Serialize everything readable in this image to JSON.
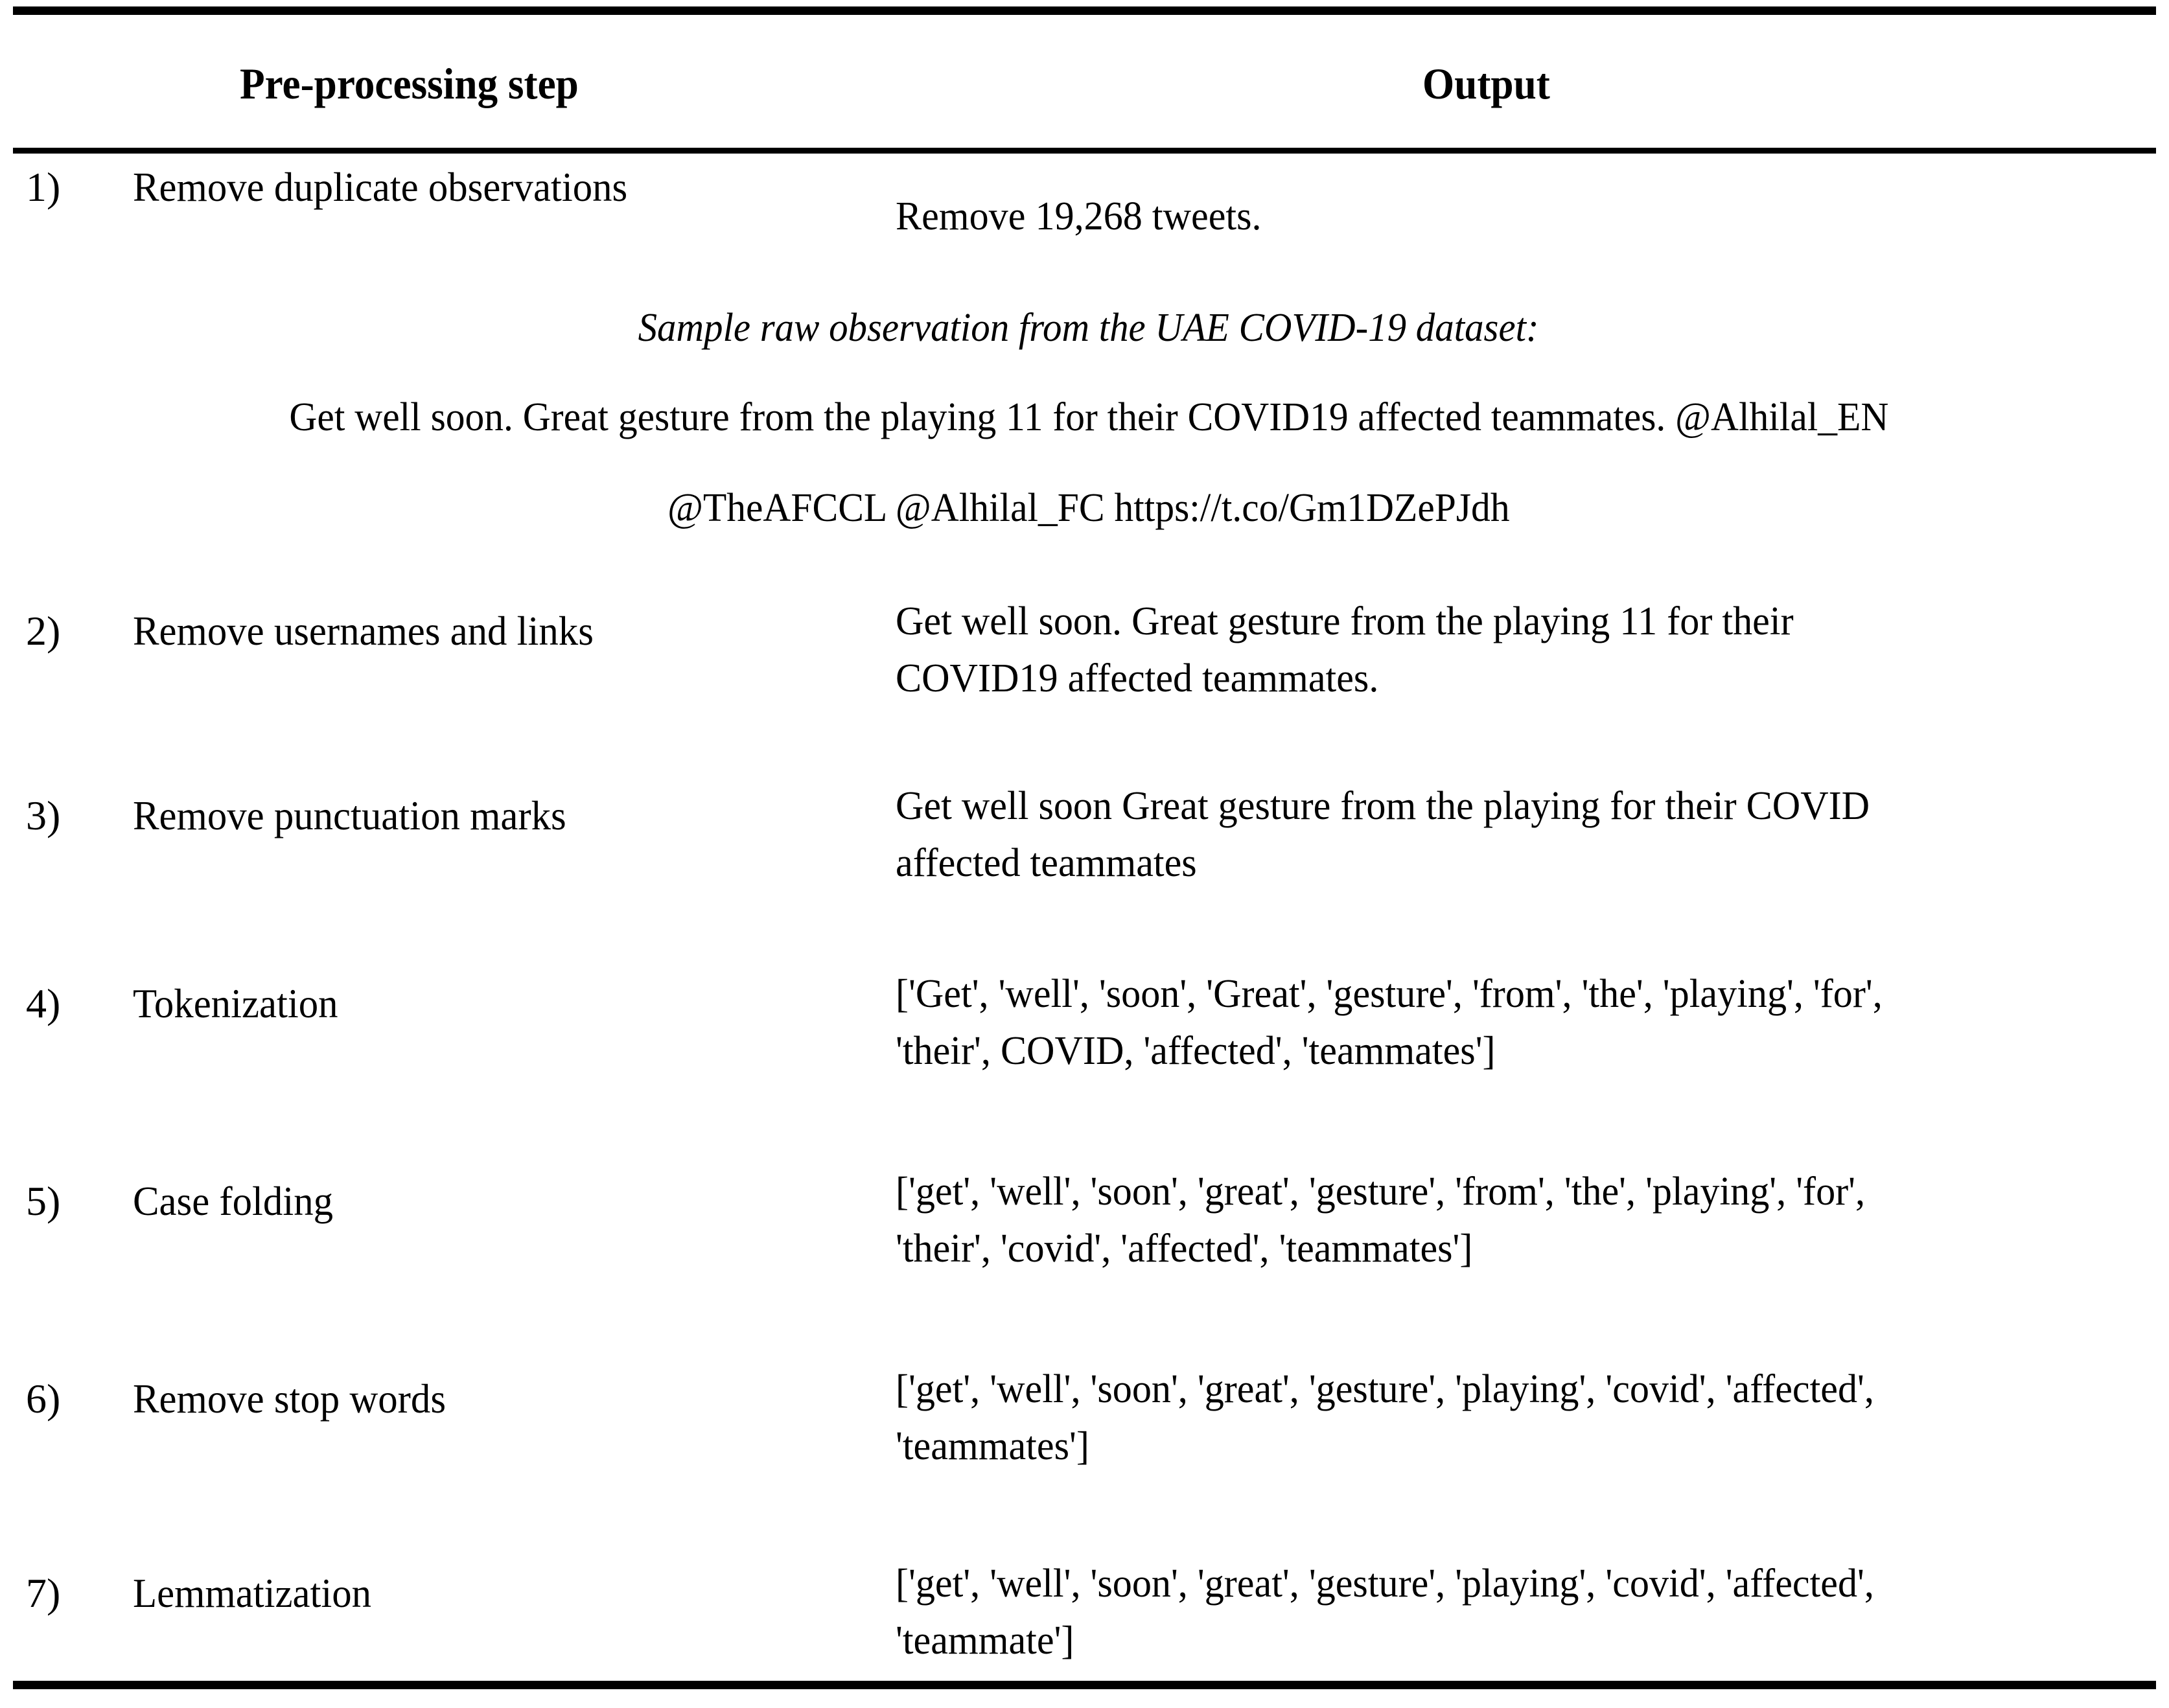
{
  "table": {
    "columns": [
      "Pre-processing step",
      "Output"
    ],
    "rows": [
      {
        "number": "1)",
        "step": "Remove duplicate observations",
        "output_lines": [
          "Remove 19,268 tweets."
        ]
      },
      {
        "number": "2)",
        "step": "Remove usernames and links",
        "output_lines": [
          "Get well soon. Great gesture from the playing 11 for their",
          "COVID19 affected teammates."
        ]
      },
      {
        "number": "3)",
        "step": "Remove punctuation marks",
        "output_lines": [
          "Get well soon Great gesture from the playing for their COVID",
          "affected teammates"
        ]
      },
      {
        "number": "4)",
        "step": "Tokenization",
        "output_lines": [
          "['Get', 'well', 'soon', 'Great', 'gesture', 'from', 'the', 'playing', 'for',",
          "'their', COVID, 'affected', 'teammates']"
        ]
      },
      {
        "number": "5)",
        "step": "Case folding",
        "output_lines": [
          "['get', 'well', 'soon', 'great', 'gesture', 'from', 'the', 'playing', 'for',",
          "'their', 'covid', 'affected', 'teammates']"
        ]
      },
      {
        "number": "6)",
        "step": "Remove stop words",
        "output_lines": [
          "['get', 'well', 'soon', 'great', 'gesture', 'playing', 'covid', 'affected',",
          "'teammates']"
        ]
      },
      {
        "number": "7)",
        "step": "Lemmatization",
        "output_lines": [
          "['get', 'well', 'soon', 'great', 'gesture', 'playing', 'covid', 'affected',",
          "'teammate']"
        ]
      }
    ],
    "sample_observation": {
      "caption": "Sample raw observation from the UAE COVID-19 dataset:",
      "lines": [
        "Get well soon. Great gesture from the playing 11 for their COVID19 affected teammates. @Alhilal_EN",
        "@TheAFCCL @Alhilal_FC https://t.co/Gm1DZePJdh"
      ]
    }
  }
}
